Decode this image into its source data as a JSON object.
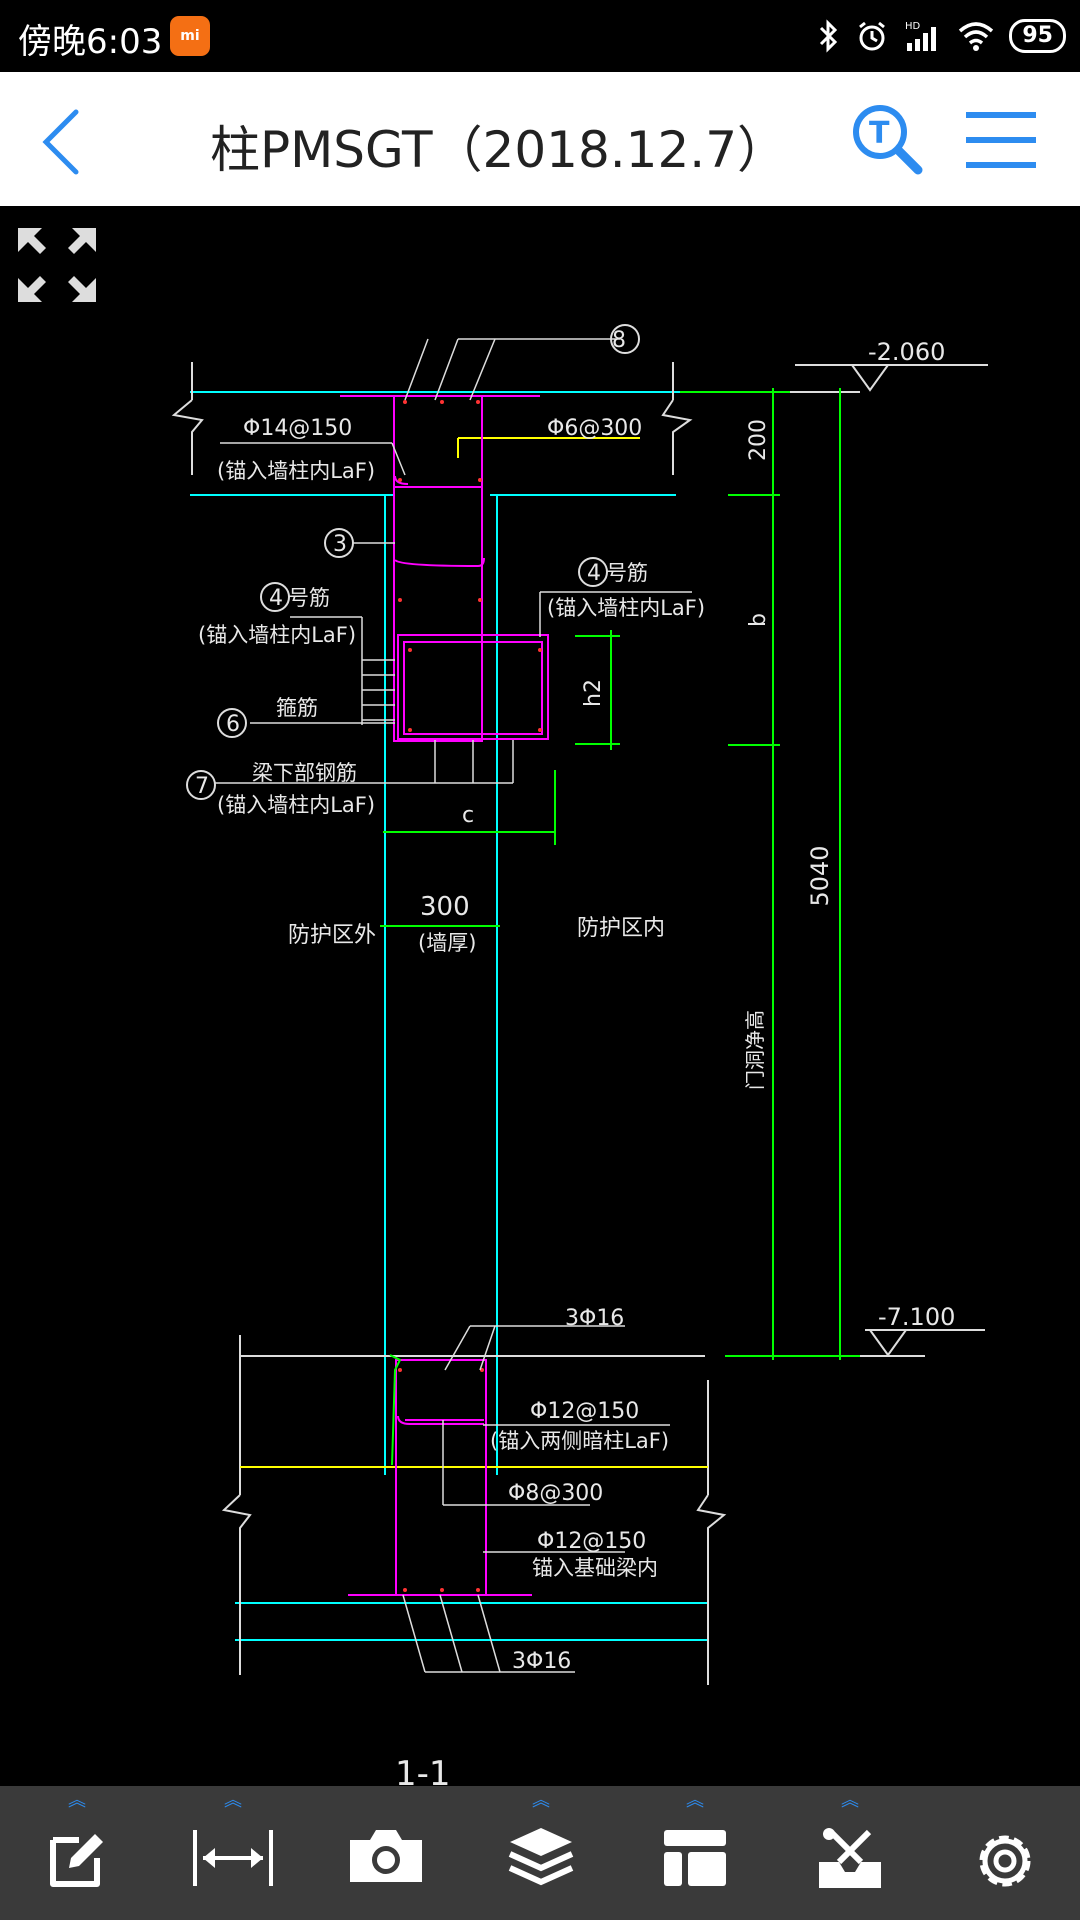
{
  "status": {
    "time": "傍晚6:03",
    "battery": "95",
    "mi_label": "mi"
  },
  "header": {
    "title": "柱PMSGT（2018.12.7）"
  },
  "colors": {
    "accent": "#2d8cf0",
    "cyan": "#00ffff",
    "magenta": "#ff00ff",
    "green": "#00ff00",
    "yellow": "#ffff00",
    "red": "#ff0000",
    "white": "#ffffff"
  },
  "drawing": {
    "labels": {
      "phi14": "Φ14@150",
      "anchor1": "(锚入墙柱内LaF)",
      "phi6": "Φ6@300",
      "elev_top": "-2.060",
      "dim200": "200",
      "dim_b": "b",
      "circ3": "3",
      "circ4a": "4",
      "num4a": "号筋",
      "anchor4a": "(锚入墙柱内LaF)",
      "circ4b": "4",
      "num4b": "号筋",
      "anchor4b": "(锚入墙柱内LaF)",
      "h2": "h2",
      "circ6": "6",
      "stirrup": "箍筋",
      "circ7": "7",
      "beam_bottom": "梁下部钢筋",
      "anchor7": "(锚入墙柱内LaF)",
      "dim_c": "c",
      "dim300": "300",
      "wall_thk": "(墙厚)",
      "outside": "防护区外",
      "inside": "防护区内",
      "dim5040": "5040",
      "door_clear": "门洞净高",
      "circ8": "8",
      "bars_top": "3Φ16",
      "elev_bot": "-7.100",
      "phi12a": "Φ12@150",
      "anchor_col": "(锚入两侧暗柱LaF)",
      "phi8": "Φ8@300",
      "phi12b": "Φ12@150",
      "anchor_base": "锚入基础梁内",
      "bars_bot": "3Φ16",
      "section": "1-1"
    }
  },
  "toolbar": {
    "items": [
      {
        "name": "edit-icon",
        "has_up": true
      },
      {
        "name": "measure-icon",
        "has_up": true
      },
      {
        "name": "camera-icon",
        "has_up": false
      },
      {
        "name": "layers-icon",
        "has_up": true
      },
      {
        "name": "layout-icon",
        "has_up": true
      },
      {
        "name": "tools-icon",
        "has_up": true
      },
      {
        "name": "settings-icon",
        "has_up": false
      }
    ],
    "up_glyph": "︽"
  }
}
